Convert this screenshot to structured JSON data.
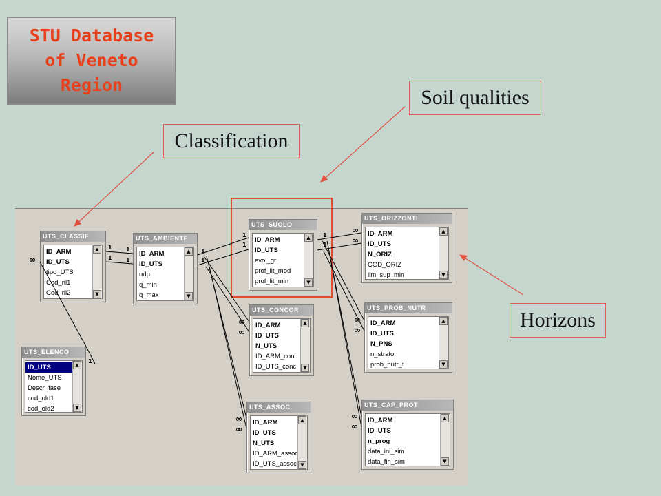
{
  "title": "STU Database\nof Veneto\nRegion",
  "labels": {
    "classification": "Classification",
    "soil_qualities": "Soil qualities",
    "horizons": "Horizons"
  },
  "glyphs": {
    "one": "1",
    "many": "∞",
    "up": "▲",
    "down": "▼"
  },
  "tables": [
    {
      "id": "classif",
      "name": "UTS_CLASSIF",
      "fields": [
        {
          "t": "ID_ARM",
          "key": true
        },
        {
          "t": "ID_UTS",
          "key": true
        },
        {
          "t": "tipo_UTS"
        },
        {
          "t": "Cod_ril1"
        },
        {
          "t": "Cod_ril2"
        }
      ]
    },
    {
      "id": "ambiente",
      "name": "UTS_AMBIENTE",
      "fields": [
        {
          "t": "ID_ARM",
          "key": true
        },
        {
          "t": "ID_UTS",
          "key": true
        },
        {
          "t": "udp"
        },
        {
          "t": "q_min"
        },
        {
          "t": "q_max"
        }
      ]
    },
    {
      "id": "suolo",
      "name": "UTS_SUOLO",
      "fields": [
        {
          "t": "ID_ARM",
          "key": true
        },
        {
          "t": "ID_UTS",
          "key": true
        },
        {
          "t": "evol_gr"
        },
        {
          "t": "prof_lit_mod"
        },
        {
          "t": "prof_lit_min"
        }
      ]
    },
    {
      "id": "orizzonti",
      "name": "UTS_ORIZZONTI",
      "fields": [
        {
          "t": "ID_ARM",
          "key": true
        },
        {
          "t": "ID_UTS",
          "key": true
        },
        {
          "t": "N_ORIZ",
          "key": true
        },
        {
          "t": "COD_ORIZ"
        },
        {
          "t": "lim_sup_min"
        }
      ]
    },
    {
      "id": "concor",
      "name": "UTS_CONCOR",
      "fields": [
        {
          "t": "ID_ARM",
          "key": true
        },
        {
          "t": "ID_UTS",
          "key": true
        },
        {
          "t": "N_UTS",
          "key": true
        },
        {
          "t": "ID_ARM_conc"
        },
        {
          "t": "ID_UTS_conc"
        }
      ]
    },
    {
      "id": "prob_nutr",
      "name": "UTS_PROB_NUTR",
      "fields": [
        {
          "t": "ID_ARM",
          "key": true
        },
        {
          "t": "ID_UTS",
          "key": true
        },
        {
          "t": "N_PNS",
          "key": true
        },
        {
          "t": "n_strato"
        },
        {
          "t": "prob_nutr_t"
        }
      ]
    },
    {
      "id": "elenco",
      "name": "UTS_ELENCO",
      "fields": [
        {
          "t": "ID_UTS",
          "key": true,
          "selected": true
        },
        {
          "t": "Nome_UTS"
        },
        {
          "t": "Descr_fase"
        },
        {
          "t": "cod_old1"
        },
        {
          "t": "cod_old2"
        }
      ]
    },
    {
      "id": "assoc",
      "name": "UTS_ASSOC",
      "fields": [
        {
          "t": "ID_ARM",
          "key": true
        },
        {
          "t": "ID_UTS",
          "key": true
        },
        {
          "t": "N_UTS",
          "key": true
        },
        {
          "t": "ID_ARM_assoc"
        },
        {
          "t": "ID_UTS_assoc"
        }
      ]
    },
    {
      "id": "cap_prot",
      "name": "UTS_CAP_PROT",
      "fields": [
        {
          "t": "ID_ARM",
          "key": true
        },
        {
          "t": "ID_UTS",
          "key": true
        },
        {
          "t": "n_prog",
          "key": true
        },
        {
          "t": "data_ini_sim"
        },
        {
          "t": "data_fin_sim"
        }
      ]
    }
  ],
  "colors": {
    "accent": "#e8401c",
    "arrow": "#e05040",
    "highlight": "#e05030",
    "background": "#c5d6cf"
  }
}
